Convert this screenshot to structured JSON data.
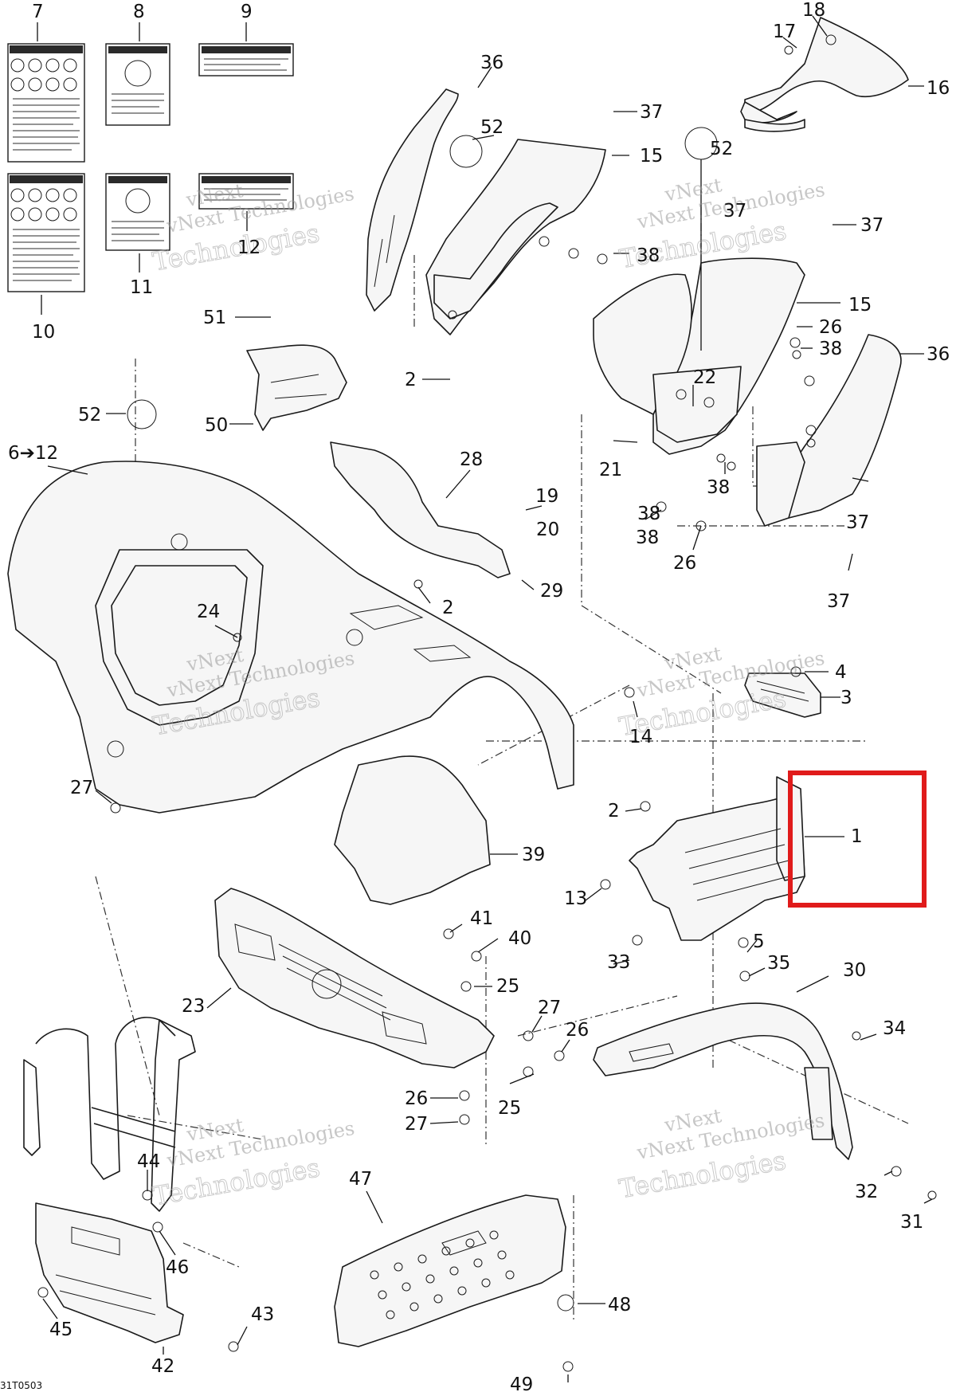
{
  "diagram": {
    "drawing_code": "31T0503",
    "watermarks": [
      {
        "line1": "vNext",
        "line2": "vNext Technologies",
        "line3": "Technologies"
      },
      {
        "line1": "vNext",
        "line2": "vNext Technologies",
        "line3": "Technologies"
      },
      {
        "line1": "vNext",
        "line2": "vNext Technologies",
        "line3": "Technologies"
      },
      {
        "line1": "vNext",
        "line2": "vNext Technologies",
        "line3": "Technologies"
      },
      {
        "line1": "vNext",
        "line2": "vNext Technologies",
        "line3": "Technologies"
      },
      {
        "line1": "vNext",
        "line2": "vNext Technologies",
        "line3": "Technologies"
      }
    ],
    "callouts": [
      {
        "id": "c7",
        "text": "7"
      },
      {
        "id": "c8",
        "text": "8"
      },
      {
        "id": "c9",
        "text": "9"
      },
      {
        "id": "c10",
        "text": "10"
      },
      {
        "id": "c11",
        "text": "11"
      },
      {
        "id": "c12",
        "text": "12"
      },
      {
        "id": "c18",
        "text": "18"
      },
      {
        "id": "c17",
        "text": "17"
      },
      {
        "id": "c16",
        "text": "16"
      },
      {
        "id": "c36a",
        "text": "36"
      },
      {
        "id": "c37a",
        "text": "37"
      },
      {
        "id": "c52a",
        "text": "52"
      },
      {
        "id": "c15a",
        "text": "15"
      },
      {
        "id": "c38a",
        "text": "38"
      },
      {
        "id": "c52b",
        "text": "52"
      },
      {
        "id": "c37b",
        "text": "37"
      },
      {
        "id": "c37c",
        "text": "37"
      },
      {
        "id": "c15b",
        "text": "15"
      },
      {
        "id": "c26a",
        "text": "26"
      },
      {
        "id": "c38b",
        "text": "38"
      },
      {
        "id": "c36b",
        "text": "36"
      },
      {
        "id": "c51",
        "text": "51"
      },
      {
        "id": "c2a",
        "text": "2"
      },
      {
        "id": "c22",
        "text": "22"
      },
      {
        "id": "c38c",
        "text": "38"
      },
      {
        "id": "c50",
        "text": "50"
      },
      {
        "id": "c52c",
        "text": "52"
      },
      {
        "id": "c21",
        "text": "21"
      },
      {
        "id": "c38d",
        "text": "38"
      },
      {
        "id": "c6to12",
        "text": "6➔12"
      },
      {
        "id": "c28",
        "text": "28"
      },
      {
        "id": "c19",
        "text": "19"
      },
      {
        "id": "c20",
        "text": "20"
      },
      {
        "id": "c38e",
        "text": "38"
      },
      {
        "id": "c26b",
        "text": "26"
      },
      {
        "id": "c37d",
        "text": "37"
      },
      {
        "id": "c37e",
        "text": "37"
      },
      {
        "id": "c2b",
        "text": "2"
      },
      {
        "id": "c29",
        "text": "29"
      },
      {
        "id": "c24",
        "text": "24"
      },
      {
        "id": "c4",
        "text": "4"
      },
      {
        "id": "c3",
        "text": "3"
      },
      {
        "id": "c14",
        "text": "14"
      },
      {
        "id": "c27a",
        "text": "27"
      },
      {
        "id": "c2c",
        "text": "2"
      },
      {
        "id": "c1",
        "text": "1"
      },
      {
        "id": "c39",
        "text": "39"
      },
      {
        "id": "c13",
        "text": "13"
      },
      {
        "id": "c41",
        "text": "41"
      },
      {
        "id": "c40",
        "text": "40"
      },
      {
        "id": "c5",
        "text": "5"
      },
      {
        "id": "c33",
        "text": "33"
      },
      {
        "id": "c35",
        "text": "35"
      },
      {
        "id": "c30",
        "text": "30"
      },
      {
        "id": "c25a",
        "text": "25"
      },
      {
        "id": "c23",
        "text": "23"
      },
      {
        "id": "c27b",
        "text": "27"
      },
      {
        "id": "c26c",
        "text": "26"
      },
      {
        "id": "c34",
        "text": "34"
      },
      {
        "id": "c26d",
        "text": "26"
      },
      {
        "id": "c25b",
        "text": "25"
      },
      {
        "id": "c27c",
        "text": "27"
      },
      {
        "id": "c44",
        "text": "44"
      },
      {
        "id": "c47",
        "text": "47"
      },
      {
        "id": "c32",
        "text": "32"
      },
      {
        "id": "c31",
        "text": "31"
      },
      {
        "id": "c46",
        "text": "46"
      },
      {
        "id": "c48",
        "text": "48"
      },
      {
        "id": "c43",
        "text": "43"
      },
      {
        "id": "c45",
        "text": "45"
      },
      {
        "id": "c42",
        "text": "42"
      },
      {
        "id": "c49",
        "text": "49"
      }
    ],
    "highlight_box": {
      "color": "#e01b1b",
      "target_callout": "1"
    },
    "colors": {
      "line": "#1a1a1a",
      "highlight": "#e01b1b",
      "background": "#ffffff",
      "watermark": "#9a9a9a"
    }
  }
}
